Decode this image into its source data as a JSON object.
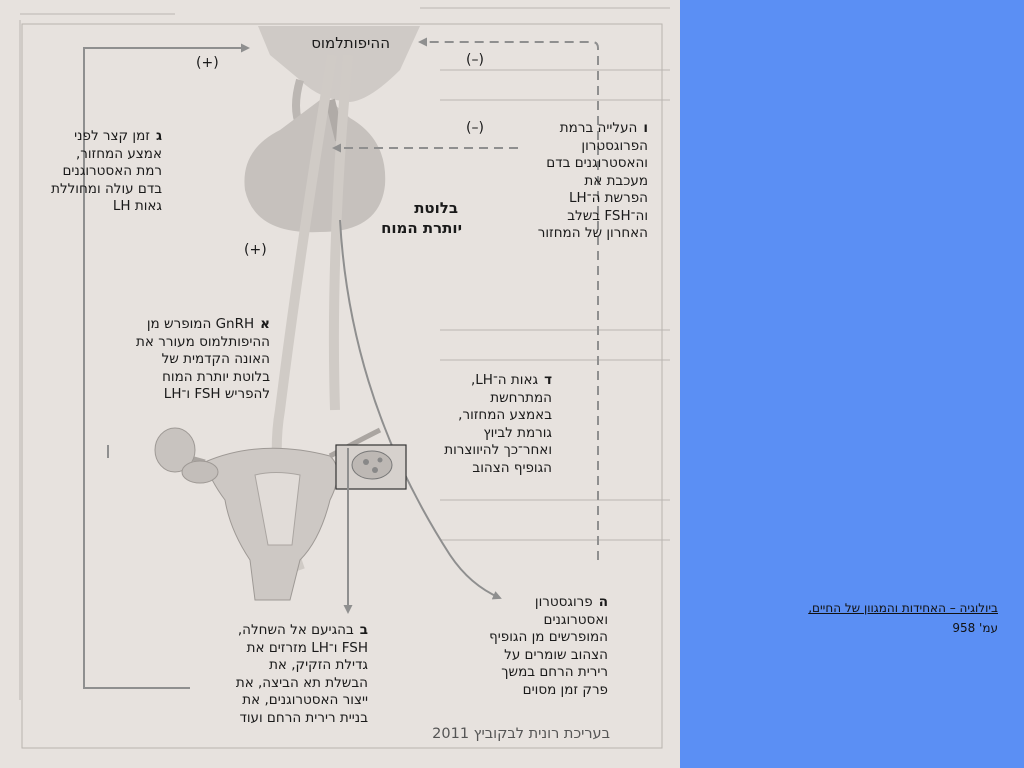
{
  "diagram": {
    "hypothalamus_label": "ההיפותלמוס",
    "pituitary_label_1": "בלוטת",
    "pituitary_label_2": "יותרת המוח",
    "signs": {
      "positive": "(+)",
      "negative": "(–)"
    },
    "steps": {
      "a": {
        "letter": "א",
        "lines": [
          "GnRH המופרש מן",
          "ההיפותלמוס מעורר את",
          "האונה הקדמית של",
          "בלוטת יותרת המוח",
          "להפריש FSH ו־LH"
        ]
      },
      "b": {
        "letter": "ב",
        "lines": [
          "בהגיעם אל השחלה,",
          "FSH ו־LH מזרזים את",
          "גדילת הזקיק, את",
          "הבשלת תא הביצה, את",
          "ייצור האסטרוגנים, את",
          "בניית רירית הרחם ועוד"
        ]
      },
      "c": {
        "letter": "ג",
        "lines": [
          "זמן קצר לפני",
          "אמצע המחזור,",
          "רמת האסטרוגנים",
          "בדם עולה ומחוללת",
          "גאות LH"
        ]
      },
      "d": {
        "letter": "ד",
        "lines": [
          "גאות ה־LH,",
          "המתרחשת",
          "באמצע המחזור,",
          "גורמת לביוץ",
          "ואחר־כך להיווצרות",
          "הגופיף הצהוב"
        ]
      },
      "e": {
        "letter": "ה",
        "lines": [
          "פרוגסטרון",
          "ואסטרוגנים",
          "המופרשים מן הגופיף",
          "הצהוב שומרים על",
          "רירית הרחם במשך",
          "פרק זמן מסוים"
        ]
      },
      "f": {
        "letter": "ו",
        "lines": [
          "העלייה ברמת",
          "הפרוגסטרון",
          "והאסטרוגנים בדם",
          "מעכבת את",
          "הפרשת ה־LH",
          "וה־FSH בשלב",
          "האחרון של המחזור"
        ]
      }
    },
    "credit": "בעריכת רונית לבקוביץ 2011"
  },
  "citation": {
    "title": "ביולוגיה – האחידות והמגוון של החיים,",
    "page": "עמ' 958"
  },
  "colors": {
    "background": "#5b8ff4",
    "scan": "#e7e2de",
    "arrows": "#8f8f8f"
  }
}
